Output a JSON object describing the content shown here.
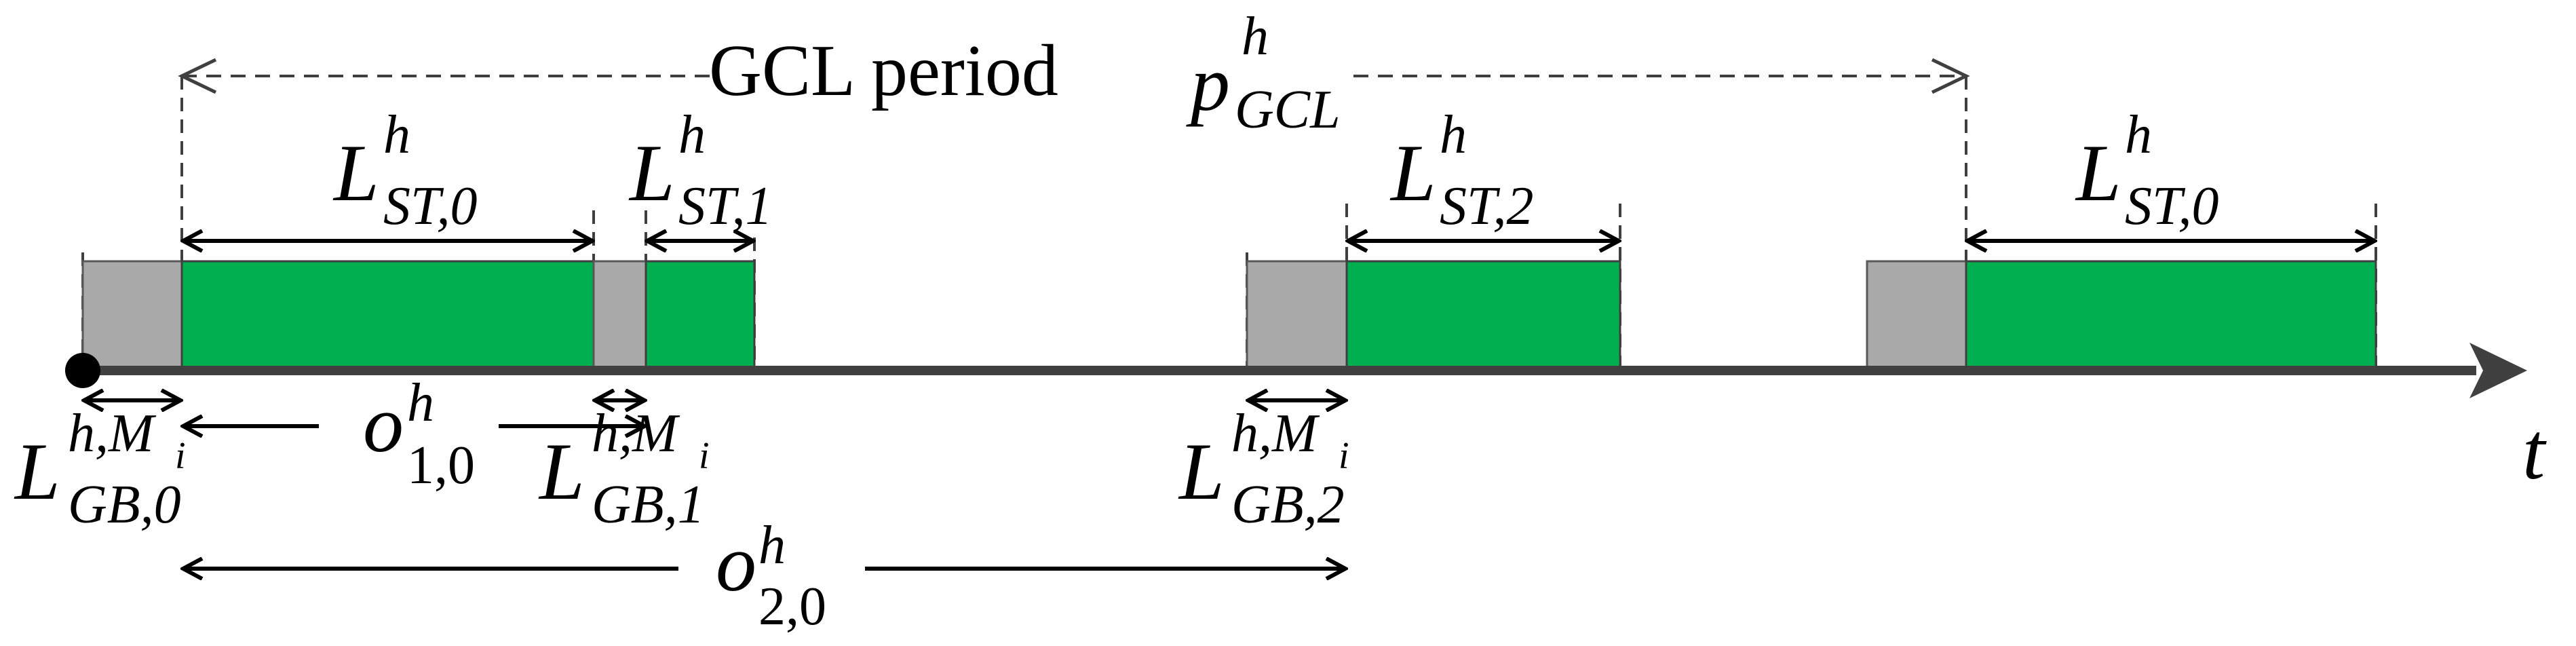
{
  "title": {
    "prefix": "GCL period",
    "symbol": "p",
    "sup": "h",
    "sub": "GCL"
  },
  "axis": {
    "label": "t"
  },
  "slot_labels": [
    {
      "base": "L",
      "sup": "h",
      "sub": "ST,0"
    },
    {
      "base": "L",
      "sup": "h",
      "sub": "ST,1"
    },
    {
      "base": "L",
      "sup": "h",
      "sub": "ST,2"
    },
    {
      "base": "L",
      "sup": "h",
      "sub": "ST,0"
    }
  ],
  "guard_labels": [
    {
      "base": "L",
      "sup": "h,M",
      "supsub": "i",
      "sub": "GB,0"
    },
    {
      "base": "L",
      "sup": "h,M",
      "supsub": "i",
      "sub": "GB,1"
    },
    {
      "base": "L",
      "sup": "h,M",
      "supsub": "i",
      "sub": "GB,2"
    }
  ],
  "offset_labels": [
    {
      "base": "o",
      "sup": "h",
      "sub": "1,0"
    },
    {
      "base": "o",
      "sup": "h",
      "sub": "2,0"
    }
  ],
  "colors": {
    "guard_band": "#a9a9a9",
    "scheduled_traffic": "#00b050",
    "axis": "#404040"
  }
}
